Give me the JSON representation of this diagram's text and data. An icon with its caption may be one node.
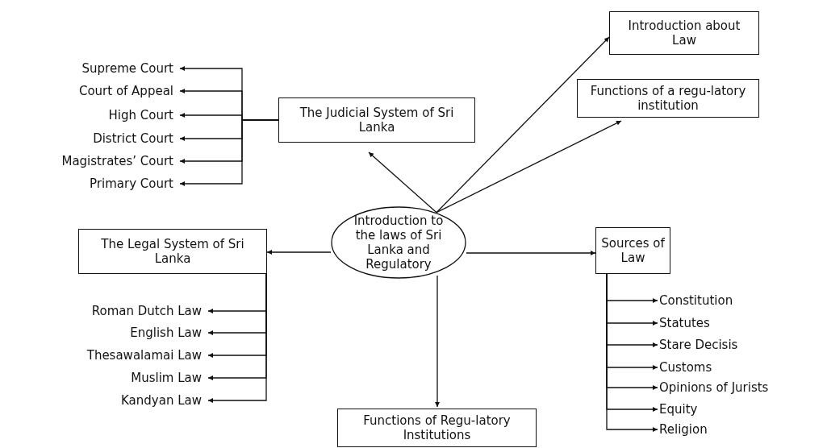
{
  "diagram": {
    "nodes": [
      {
        "text": [
          "Introduction to the laws of Sri Lanka and Regulatory"
        ]
      },
      {
        "text": [
          "Introduction about Law"
        ]
      },
      {
        "text": [
          "Functions of a regu-latory institution"
        ]
      },
      {
        "text": [
          "The Judicial System of Sri Lanka"
        ]
      },
      {
        "text": [
          "Supreme Court"
        ]
      },
      {
        "text": [
          "Court of Appeal"
        ]
      },
      {
        "text": [
          "High Court"
        ]
      },
      {
        "text": [
          "District Court"
        ]
      },
      {
        "text": [
          "Magistrates’ Court"
        ]
      },
      {
        "text": [
          "Primary Court"
        ]
      },
      {
        "text": [
          "The Legal System of Sri Lanka"
        ]
      },
      {
        "text": [
          "Roman Dutch Law"
        ]
      },
      {
        "text": [
          "English Law"
        ]
      },
      {
        "text": [
          "Thesawalamai Law"
        ]
      },
      {
        "text": [
          "Muslim Law"
        ]
      },
      {
        "text": [
          "Kandyan Law"
        ]
      },
      {
        "text": [
          "Sources of Law"
        ]
      },
      {
        "text": [
          "Constitution"
        ]
      },
      {
        "text": [
          "Statutes"
        ]
      },
      {
        "text": [
          "Stare Decisis"
        ]
      },
      {
        "text": [
          "Customs"
        ]
      },
      {
        "text": [
          "Opinions of Jurists"
        ]
      },
      {
        "text": [
          "Equity"
        ]
      },
      {
        "text": [
          "Religion"
        ]
      },
      {
        "text": [
          "Functions of Regu-latory Institutions"
        ]
      }
    ],
    "edges": [
      {
        "from": 0,
        "to": 1,
        "arrow": "to"
      },
      {
        "from": 0,
        "to": 2,
        "arrow": "to"
      },
      {
        "from": 0,
        "to": 3,
        "arrow": "to"
      },
      {
        "from": 0,
        "to": 10,
        "arrow": "to"
      },
      {
        "from": 0,
        "to": 16,
        "arrow": "to"
      },
      {
        "from": 0,
        "to": 24,
        "arrow": "to"
      },
      {
        "from": 3,
        "to": 4,
        "arrow": "to"
      },
      {
        "from": 3,
        "to": 5,
        "arrow": "to"
      },
      {
        "from": 3,
        "to": 6,
        "arrow": "to"
      },
      {
        "from": 3,
        "to": 7,
        "arrow": "to"
      },
      {
        "from": 3,
        "to": 8,
        "arrow": "to"
      },
      {
        "from": 3,
        "to": 9,
        "arrow": "to"
      },
      {
        "from": 10,
        "to": 11,
        "arrow": "to"
      },
      {
        "from": 10,
        "to": 12,
        "arrow": "to"
      },
      {
        "from": 10,
        "to": 13,
        "arrow": "to"
      },
      {
        "from": 10,
        "to": 14,
        "arrow": "to"
      },
      {
        "from": 10,
        "to": 15,
        "arrow": "to"
      },
      {
        "from": 16,
        "to": 17,
        "arrow": "to"
      },
      {
        "from": 16,
        "to": 18,
        "arrow": "to"
      },
      {
        "from": 16,
        "to": 19,
        "arrow": "to"
      },
      {
        "from": 16,
        "to": 20,
        "arrow": "to"
      },
      {
        "from": 16,
        "to": 21,
        "arrow": "to"
      },
      {
        "from": 16,
        "to": 22,
        "arrow": "to"
      },
      {
        "from": 16,
        "to": 23,
        "arrow": "to"
      }
    ]
  }
}
